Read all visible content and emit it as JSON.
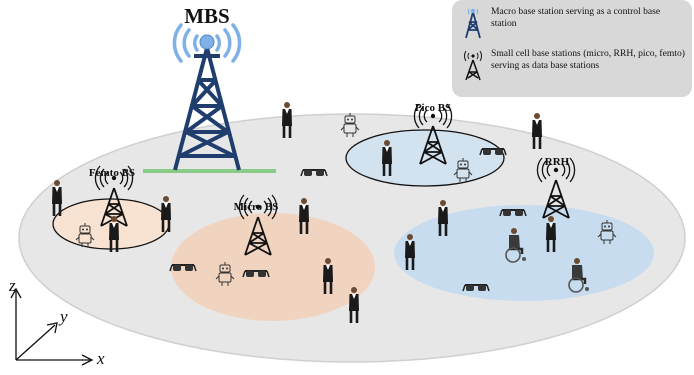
{
  "title": "MBS",
  "cells": {
    "femto": "Femto BS",
    "micro": "Micro BS",
    "pico": "Pico BS",
    "rrh": "RRH"
  },
  "axes": {
    "x": "x",
    "y": "y",
    "z": "z"
  },
  "legend": {
    "macro": "Macro base station serving as a control base station",
    "small": "Small cell base stations (micro, RRH, pico, femto) serving as data base stations"
  },
  "icons": {
    "macro_tower": "macro-tower-icon",
    "small_tower": "small-cell-tower-icon",
    "person": "person-icon",
    "wheelchair": "wheelchair-user-icon",
    "robot": "robot-icon",
    "glasses": "smart-glasses-icon"
  },
  "colors": {
    "ground": "#e7e7e7",
    "femto_zone": "#f8e3d3",
    "micro_zone": "#f0d4c0",
    "pico_zone": "#d3e2ef",
    "rrh_zone": "#c8dcef",
    "tower": "#1f3e6e",
    "signal": "#7fb0e8",
    "base_line": "#88cc88"
  }
}
